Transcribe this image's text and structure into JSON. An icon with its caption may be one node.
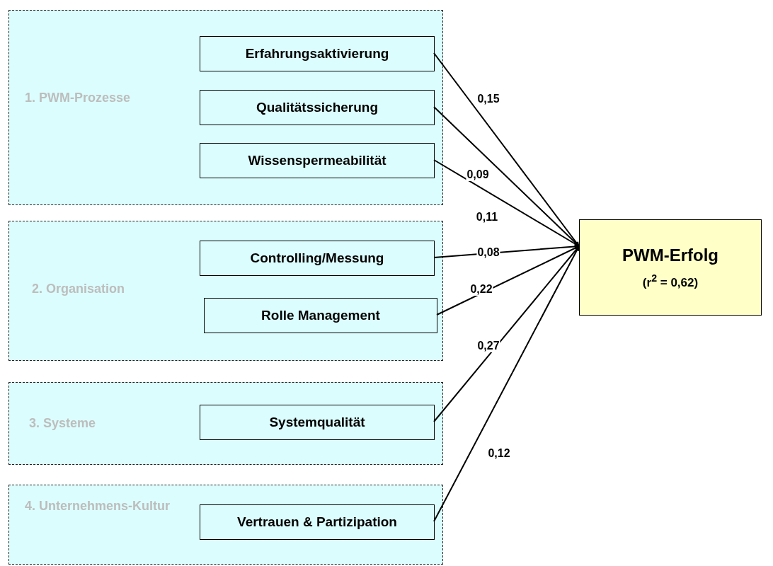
{
  "diagram": {
    "nodes": [
      {
        "text": [
          "1. PWM-Prozesse"
        ]
      },
      {
        "text": [
          "Erfahrungsaktivierung"
        ],
        "in": 0
      },
      {
        "text": [
          "Qualitätssicherung"
        ],
        "in": 0
      },
      {
        "text": [
          "Wissenspermeabilität"
        ],
        "in": 0
      },
      {
        "text": [
          "2. Organisation"
        ]
      },
      {
        "text": [
          "Controlling/Messung"
        ],
        "in": 4
      },
      {
        "text": [
          "Rolle Management"
        ],
        "in": 4
      },
      {
        "text": [
          "3. Systeme"
        ]
      },
      {
        "text": [
          "Systemqualität"
        ],
        "in": 7
      },
      {
        "text": [
          "4. Unternehmens-Kultur"
        ]
      },
      {
        "text": [
          "Vertrauen & Partizipation"
        ],
        "in": 9
      },
      {
        "text": [
          "PWM-Erfolg",
          "(r$^{2}$ = 0,62)"
        ]
      }
    ],
    "edges": [
      {
        "from": 1,
        "to": 11,
        "arrow": "to",
        "label": "0,15"
      },
      {
        "from": 2,
        "to": 11,
        "arrow": "to",
        "label": "0,09"
      },
      {
        "from": 3,
        "to": 11,
        "arrow": "to",
        "label": "0,11"
      },
      {
        "from": 5,
        "to": 11,
        "arrow": "to",
        "label": "0,08"
      },
      {
        "from": 6,
        "to": 11,
        "arrow": "to",
        "label": "0,22"
      },
      {
        "from": 8,
        "to": 11,
        "arrow": "to",
        "label": "0,27"
      },
      {
        "from": 10,
        "to": 11,
        "arrow": "to",
        "label": "0,12"
      }
    ]
  }
}
